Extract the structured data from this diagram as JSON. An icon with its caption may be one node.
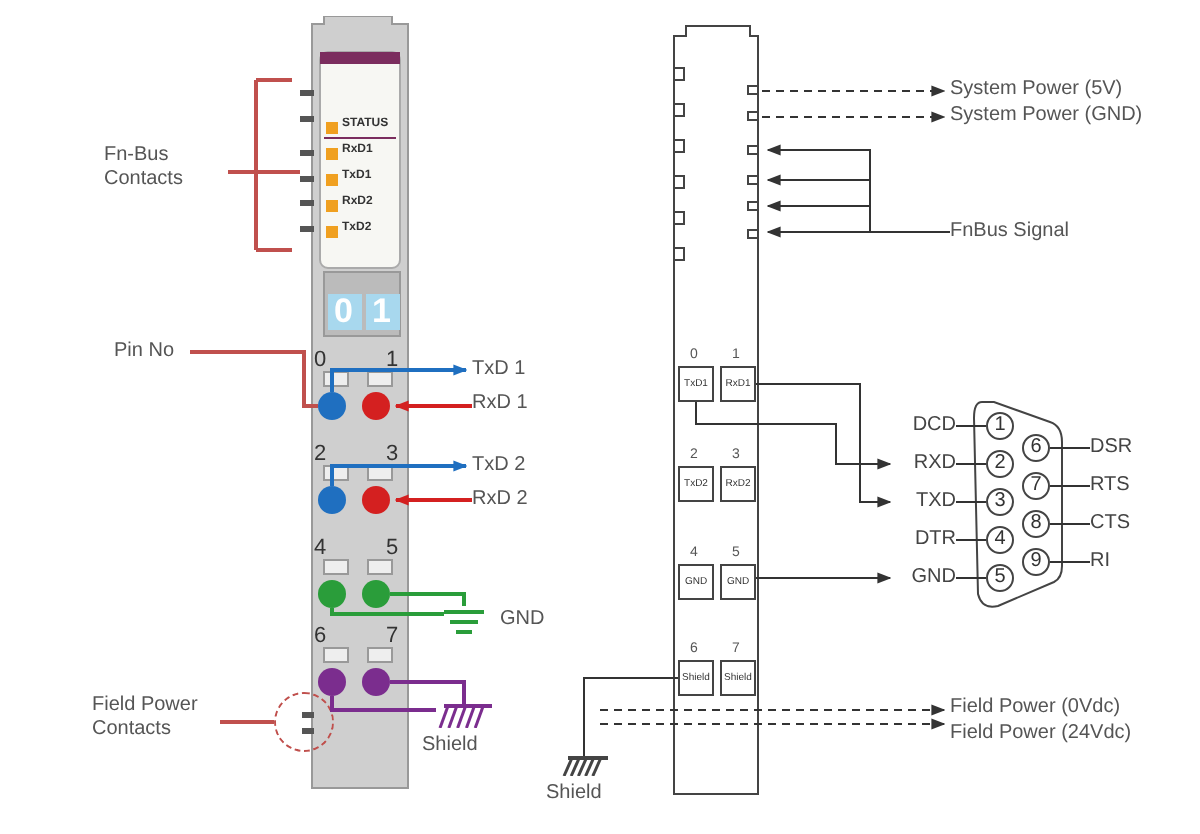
{
  "diagram": {
    "nodes": [
      {
        "text": [
          "Fn-Bus Contacts"
        ]
      },
      {
        "text": [
          "STATUS",
          "RxD1",
          "TxD1",
          "RxD2",
          "TxD2",
          "0",
          "1"
        ]
      },
      {
        "text": [
          "Pin No"
        ]
      },
      {
        "text": [],
        "shape": "circle",
        "in": 1,
        "beside": [
          "0"
        ]
      },
      {
        "text": [],
        "shape": "circle",
        "in": 1,
        "beside": [
          "1"
        ]
      },
      {
        "text": [],
        "shape": "circle",
        "in": 1,
        "beside": [
          "2"
        ]
      },
      {
        "text": [],
        "shape": "circle",
        "in": 1,
        "beside": [
          "3"
        ]
      },
      {
        "text": [],
        "shape": "circle",
        "in": 1,
        "beside": [
          "4"
        ]
      },
      {
        "text": [],
        "shape": "circle",
        "in": 1,
        "beside": [
          "5"
        ]
      },
      {
        "text": [],
        "shape": "circle",
        "in": 1,
        "beside": [
          "6"
        ]
      },
      {
        "text": [],
        "shape": "circle",
        "in": 1,
        "beside": [
          "7"
        ]
      },
      {
        "text": [
          "TxD 1"
        ]
      },
      {
        "text": [
          "RxD 1"
        ]
      },
      {
        "text": [
          "TxD 2"
        ]
      },
      {
        "text": [
          "RxD 2"
        ]
      },
      {
        "text": [],
        "shape": "ground",
        "beside": [
          "GND"
        ]
      },
      {
        "text": [
          "Field Power Contacts"
        ]
      },
      {
        "text": [],
        "shape": "circle"
      },
      {
        "text": [],
        "shape": "ground",
        "beside": [
          "Shield"
        ]
      },
      {
        "text": [],
        "shape": "box"
      },
      {
        "text": [
          "TxD1"
        ],
        "in": 19,
        "beside": [
          "0"
        ]
      },
      {
        "text": [
          "RxD1"
        ],
        "in": 19,
        "beside": [
          "1"
        ]
      },
      {
        "text": [
          "TxD2"
        ],
        "in": 19,
        "beside": [
          "2"
        ]
      },
      {
        "text": [
          "RxD2"
        ],
        "in": 19,
        "beside": [
          "3"
        ]
      },
      {
        "text": [
          "GND"
        ],
        "in": 19,
        "beside": [
          "4"
        ]
      },
      {
        "text": [
          "GND"
        ],
        "in": 19,
        "beside": [
          "5"
        ]
      },
      {
        "text": [
          "Shield"
        ],
        "in": 19,
        "beside": [
          "6"
        ]
      },
      {
        "text": [
          "Shield"
        ],
        "in": 19,
        "beside": [
          "7"
        ]
      },
      {
        "text": [
          "System Power (5V)"
        ]
      },
      {
        "text": [
          "System Power (GND)"
        ]
      },
      {
        "text": [
          "FnBus Signal"
        ]
      },
      {
        "text": [],
        "shape": "box"
      },
      {
        "text": [
          "1"
        ],
        "in": 31
      },
      {
        "text": [
          "2"
        ],
        "in": 31
      },
      {
        "text": [
          "3"
        ],
        "in": 31
      },
      {
        "text": [
          "4"
        ],
        "in": 31
      },
      {
        "text": [
          "5"
        ],
        "in": 31
      },
      {
        "text": [
          "6"
        ],
        "in": 31
      },
      {
        "text": [
          "7"
        ],
        "in": 31
      },
      {
        "text": [
          "8"
        ],
        "in": 31
      },
      {
        "text": [
          "9"
        ],
        "in": 31
      },
      {
        "text": [
          "DCD"
        ]
      },
      {
        "text": [
          "RXD"
        ]
      },
      {
        "text": [
          "TXD"
        ]
      },
      {
        "text": [
          "DTR"
        ]
      },
      {
        "text": [
          "GND"
        ]
      },
      {
        "text": [
          "DSR"
        ]
      },
      {
        "text": [
          "RTS"
        ]
      },
      {
        "text": [
          "CTS"
        ]
      },
      {
        "text": [
          "RI"
        ]
      },
      {
        "text": [],
        "shape": "ground",
        "beside": [
          "Shield"
        ]
      },
      {
        "text": [
          "Field Power (0Vdc)"
        ]
      },
      {
        "text": [
          "Field Power (24Vdc)"
        ]
      }
    ],
    "edges": [
      {
        "from": 0,
        "to": 1,
        "arrow": "none",
        "color": "#c0504d"
      },
      {
        "from": 2,
        "to": 3,
        "arrow": "none",
        "color": "#c0504d"
      },
      {
        "from": 3,
        "to": 11,
        "arrow": "to",
        "color": "#1f6fc0"
      },
      {
        "from": 12,
        "to": 4,
        "arrow": "to",
        "color": "#d42020"
      },
      {
        "from": 5,
        "to": 13,
        "arrow": "to",
        "color": "#1f6fc0"
      },
      {
        "from": 14,
        "to": 6,
        "arrow": "to",
        "color": "#d42020"
      },
      {
        "from": 7,
        "to": 15,
        "arrow": "none",
        "color": "#2a9d3a"
      },
      {
        "from": 8,
        "to": 15,
        "arrow": "none",
        "color": "#2a9d3a"
      },
      {
        "from": 9,
        "to": 18,
        "arrow": "none",
        "color": "#7b2d8e"
      },
      {
        "from": 10,
        "to": 18,
        "arrow": "none",
        "color": "#7b2d8e"
      },
      {
        "from": 16,
        "to": 17,
        "arrow": "none",
        "color": "#c0504d"
      },
      {
        "from": 19,
        "to": 28,
        "arrow": "to",
        "style": "dashed"
      },
      {
        "from": 19,
        "to": 29,
        "arrow": "to",
        "style": "dashed"
      },
      {
        "from": 30,
        "to": 19,
        "arrow": "to"
      },
      {
        "from": 30,
        "to": 19,
        "arrow": "to"
      },
      {
        "from": 30,
        "to": 19,
        "arrow": "to"
      },
      {
        "from": 30,
        "to": 19,
        "arrow": "to"
      },
      {
        "from": 20,
        "to": 42,
        "arrow": "to"
      },
      {
        "from": 21,
        "to": 43,
        "arrow": "to"
      },
      {
        "from": 25,
        "to": 45,
        "arrow": "to"
      },
      {
        "from": 26,
        "to": 50,
        "arrow": "none"
      },
      {
        "from": null,
        "to": 51,
        "arrow": "to",
        "style": "dashed"
      },
      {
        "from": null,
        "to": 52,
        "arrow": "to",
        "style": "dashed"
      },
      {
        "from": 41,
        "to": 32,
        "arrow": "none"
      },
      {
        "from": 42,
        "to": 33,
        "arrow": "none"
      },
      {
        "from": 43,
        "to": 34,
        "arrow": "none"
      },
      {
        "from": 44,
        "to": 35,
        "arrow": "none"
      },
      {
        "from": 45,
        "to": 36,
        "arrow": "none"
      },
      {
        "from": 37,
        "to": 46,
        "arrow": "none"
      },
      {
        "from": 38,
        "to": 47,
        "arrow": "none"
      },
      {
        "from": 39,
        "to": 48,
        "arrow": "none"
      },
      {
        "from": 40,
        "to": 49,
        "arrow": "none"
      }
    ]
  }
}
